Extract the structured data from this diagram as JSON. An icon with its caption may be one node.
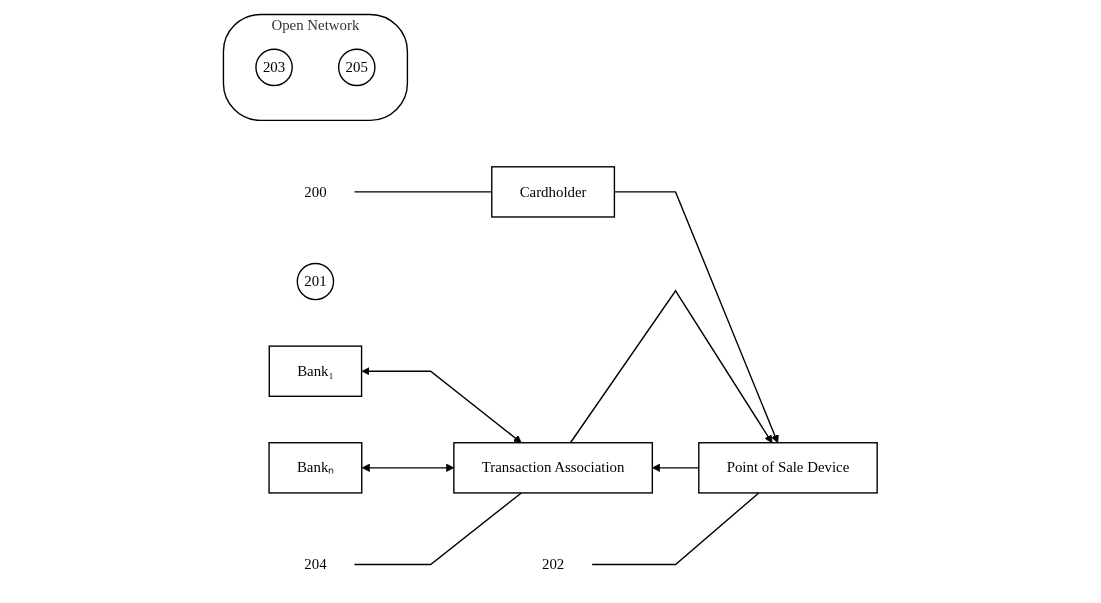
{
  "diagram": {
    "nodes": [
      {
        "text": [
          "Bank₁"
        ]
      },
      {
        "text": [
          "Cardholder"
        ]
      },
      {
        "text": [
          "201"
        ]
      },
      {
        "text": [
          "Point of Sale Device"
        ]
      },
      {
        "text": [
          "Open Network"
        ]
      },
      {
        "text": [
          "203"
        ],
        "in": 4
      },
      {
        "text": [
          "205"
        ],
        "in": 4
      },
      {
        "text": [
          "Transaction Association"
        ]
      },
      {
        "text": [
          "200"
        ]
      },
      {
        "text": [
          "202"
        ]
      },
      {
        "text": [
          "204"
        ]
      },
      {
        "text": [
          "Bankₙ"
        ]
      }
    ],
    "edges": [
      {
        "from": 1,
        "to": 3,
        "arrow": "to"
      },
      {
        "from": 3,
        "to": 7,
        "arrow": "to"
      },
      {
        "from": 7,
        "to": 3,
        "arrow": "to"
      },
      {
        "from": 0,
        "to": 7,
        "arrow": "both"
      },
      {
        "from": 11,
        "to": 7,
        "arrow": "both"
      },
      {
        "from": 8,
        "to": 1,
        "arrow": "none"
      },
      {
        "from": 9,
        "to": 3,
        "arrow": "none"
      },
      {
        "from": 10,
        "to": 7,
        "arrow": "none"
      }
    ]
  }
}
